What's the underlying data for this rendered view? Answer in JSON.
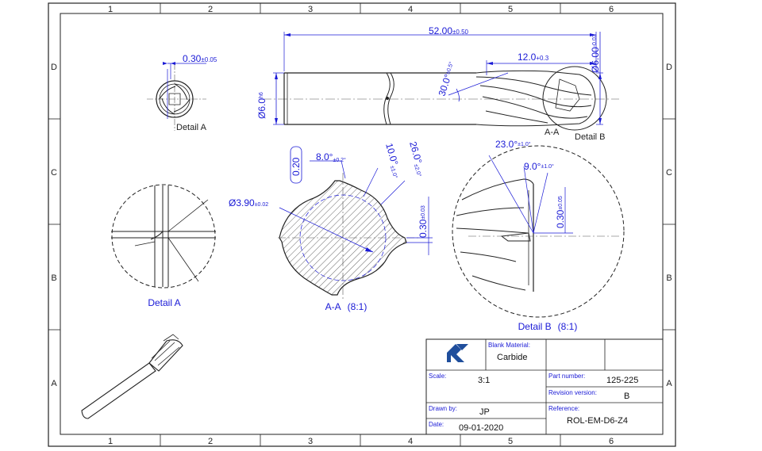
{
  "border": {
    "columns": [
      "1",
      "2",
      "3",
      "4",
      "5",
      "6"
    ],
    "rows": [
      "D",
      "C",
      "B",
      "A"
    ]
  },
  "dims": {
    "length": "52.00",
    "length_tol": "±0.50",
    "flute_length": "12.0",
    "flute_length_tol": "+0.3",
    "diameter_right": "Ø6.00",
    "diameter_right_tol": "-0.03",
    "shank_dia": "Ø6.0",
    "shank_dia_tol": "h6",
    "helix": "30.0°",
    "helix_tol": "±0.5°",
    "detail_a_width": "0.30",
    "detail_a_width_tol": "±0.05",
    "gash_width": "0.20",
    "angle_8": "8.0°",
    "angle_8_tol": "±0.2°",
    "angle_10": "10.0°",
    "angle_10_tol": "±1.0°",
    "angle_26": "26.0°",
    "angle_26_tol": "±2.0°",
    "core_dia": "Ø3.90",
    "core_dia_tol": "±0.02",
    "land_aa": "0.30",
    "land_aa_tol": "±0.03",
    "angle_23": "23.0°",
    "angle_23_tol": "±1.0°",
    "angle_9": "9.0°",
    "angle_9_tol": "±1.0°",
    "land_b": "0.30",
    "land_b_tol": "±0.05"
  },
  "labels": {
    "detail_a_small": "Detail A",
    "detail_a": "Detail A",
    "section_aa": "A-A",
    "section_view": "A-A",
    "section_view_scale": "(8:1)",
    "detail_b_small": "Detail B",
    "detail_b": "Detail B",
    "detail_b_scale": "(8:1)"
  },
  "title_block": {
    "blank_material_label": "Blank Material:",
    "blank_material": "Carbide",
    "scale_label": "Scale:",
    "scale": "3:1",
    "part_number_label": "Part number:",
    "part_number": "125-225",
    "revision_label": "Revision version:",
    "revision": "B",
    "drawn_by_label": "Drawn by:",
    "drawn_by": "JP",
    "reference_label": "Reference:",
    "reference": "ROL-EM-D6-Z4",
    "date_label": "Date:",
    "date": "09-01-2020"
  },
  "colors": {
    "line": "#222222",
    "dimension": "#1a1ad6",
    "logo": "#1f4e9c"
  }
}
